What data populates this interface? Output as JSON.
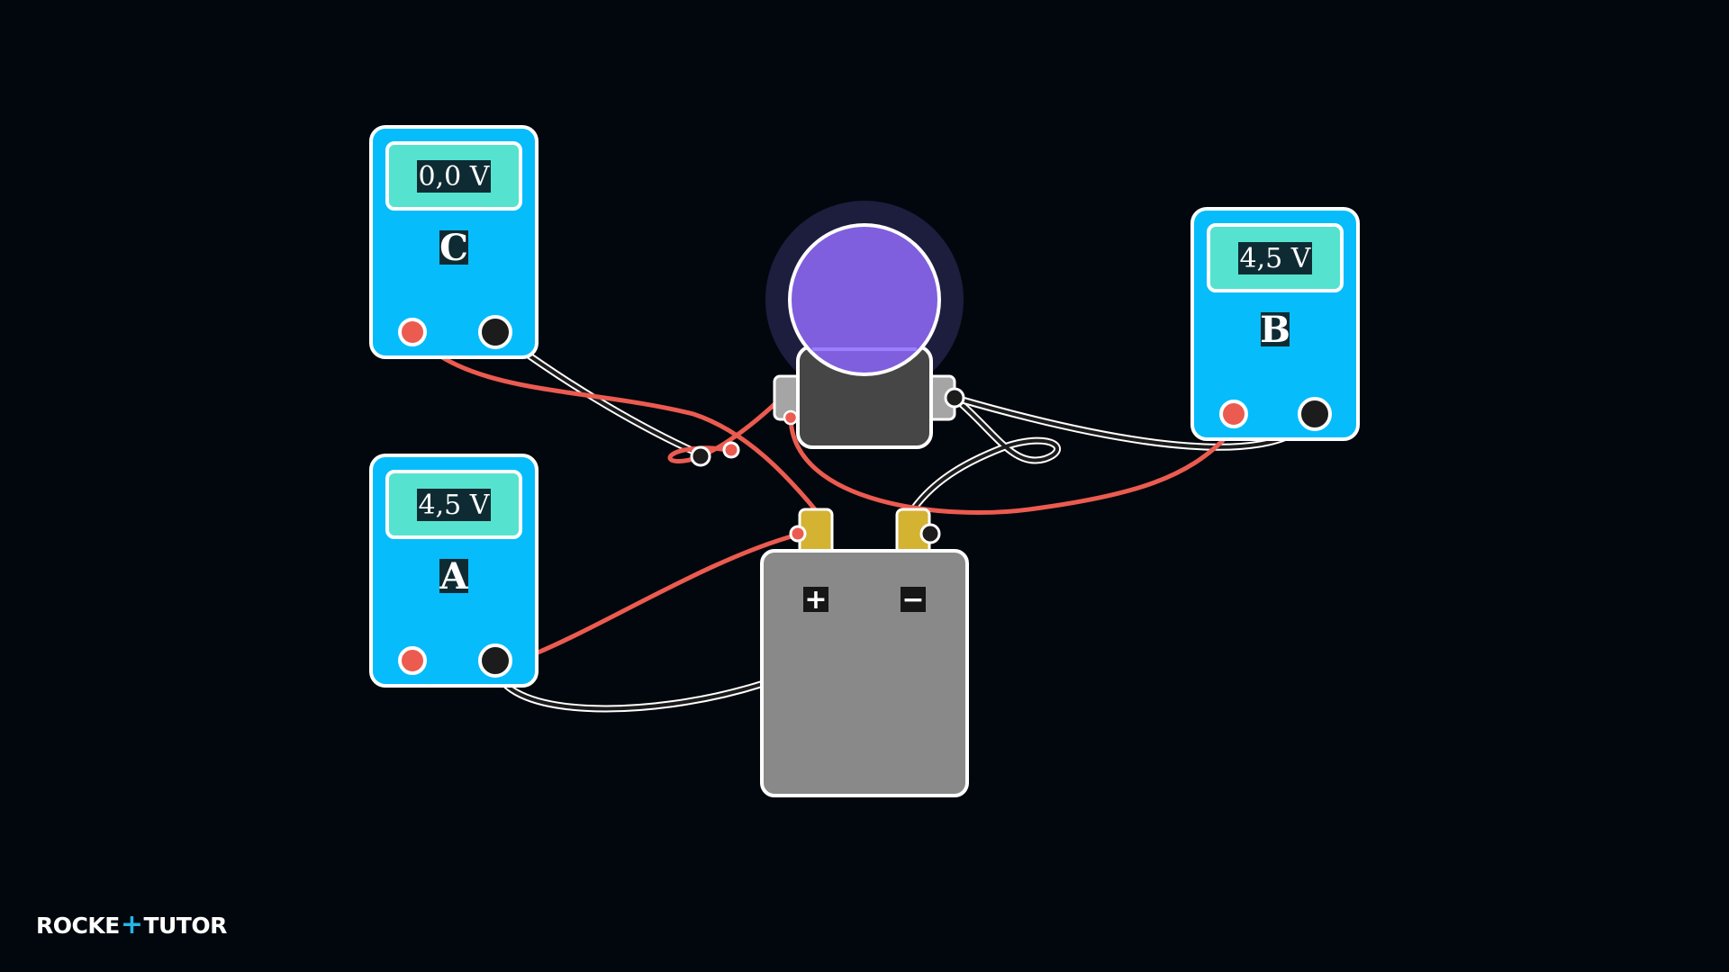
{
  "meters": [
    {
      "id": "C",
      "letter": "C",
      "reading": "0,0 V"
    },
    {
      "id": "A",
      "letter": "A",
      "reading": "4,5 V"
    },
    {
      "id": "B",
      "letter": "B",
      "reading": "4,5 V"
    }
  ],
  "battery": {
    "plus_symbol": "+",
    "minus_symbol": "−"
  },
  "logo": {
    "part1": "ROCKE",
    "plus": "+",
    "part2": "TUTOR"
  },
  "colors": {
    "background": "#02070d",
    "meter_body": "#07bcfb",
    "meter_display": "#55e3cf",
    "display_panel": "#0e2b33",
    "red_wire": "#ec5b50",
    "black_wire": "#1c1c1c",
    "battery_body": "#898989",
    "battery_terminal": "#d4b232",
    "bulb_glass": "#7f5fdd",
    "bulb_glow": "#1d1d3d",
    "bulb_base": "#464646"
  },
  "bulb": {
    "lit": true
  }
}
